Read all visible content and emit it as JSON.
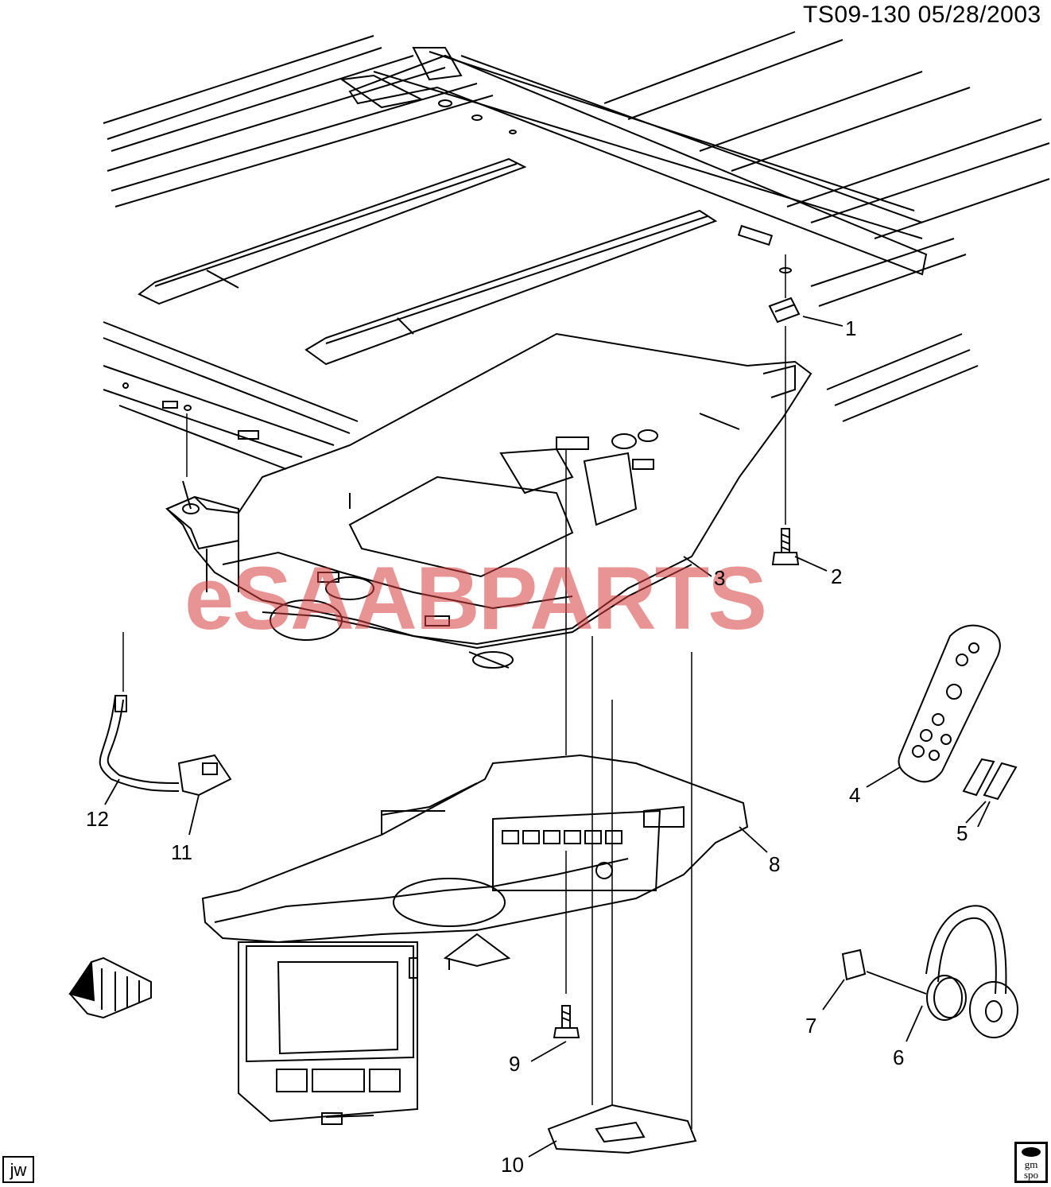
{
  "header": {
    "code": "TS09-130  05/28/2003"
  },
  "callouts": [
    "1",
    "2",
    "3",
    "4",
    "5",
    "6",
    "7",
    "8",
    "9",
    "10",
    "11",
    "12"
  ],
  "watermark": {
    "text": "eSAABPARTS"
  },
  "corner_tag": "jw",
  "gm_logo": {
    "line1": "gm",
    "line2": "spo"
  },
  "colors": {
    "ink": "#000000",
    "watermark": "#d63c3c",
    "background": "#ffffff"
  }
}
